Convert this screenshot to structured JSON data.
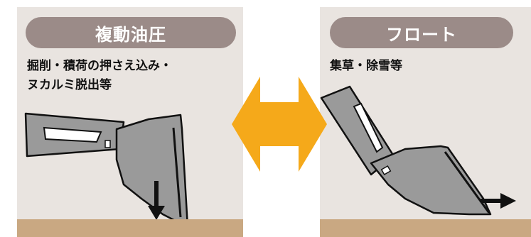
{
  "left_panel": {
    "title": "複動油圧",
    "description_lines": [
      "掘削・積荷の押さえ込み・",
      "ヌカルミ脱出等"
    ],
    "motion": "down-arrow-icon"
  },
  "right_panel": {
    "title": "フロート",
    "description_lines": [
      "集草・除雪等"
    ],
    "motion": "right-arrow-icon"
  },
  "center": {
    "icon": "double-arrow-icon"
  },
  "colors": {
    "panel_background": "#e9e4e0",
    "pill": "#9b8b88",
    "ground": "#c9a882",
    "arrow_accent": "#f5a91a",
    "blade_gray": "#9a9a9a"
  }
}
